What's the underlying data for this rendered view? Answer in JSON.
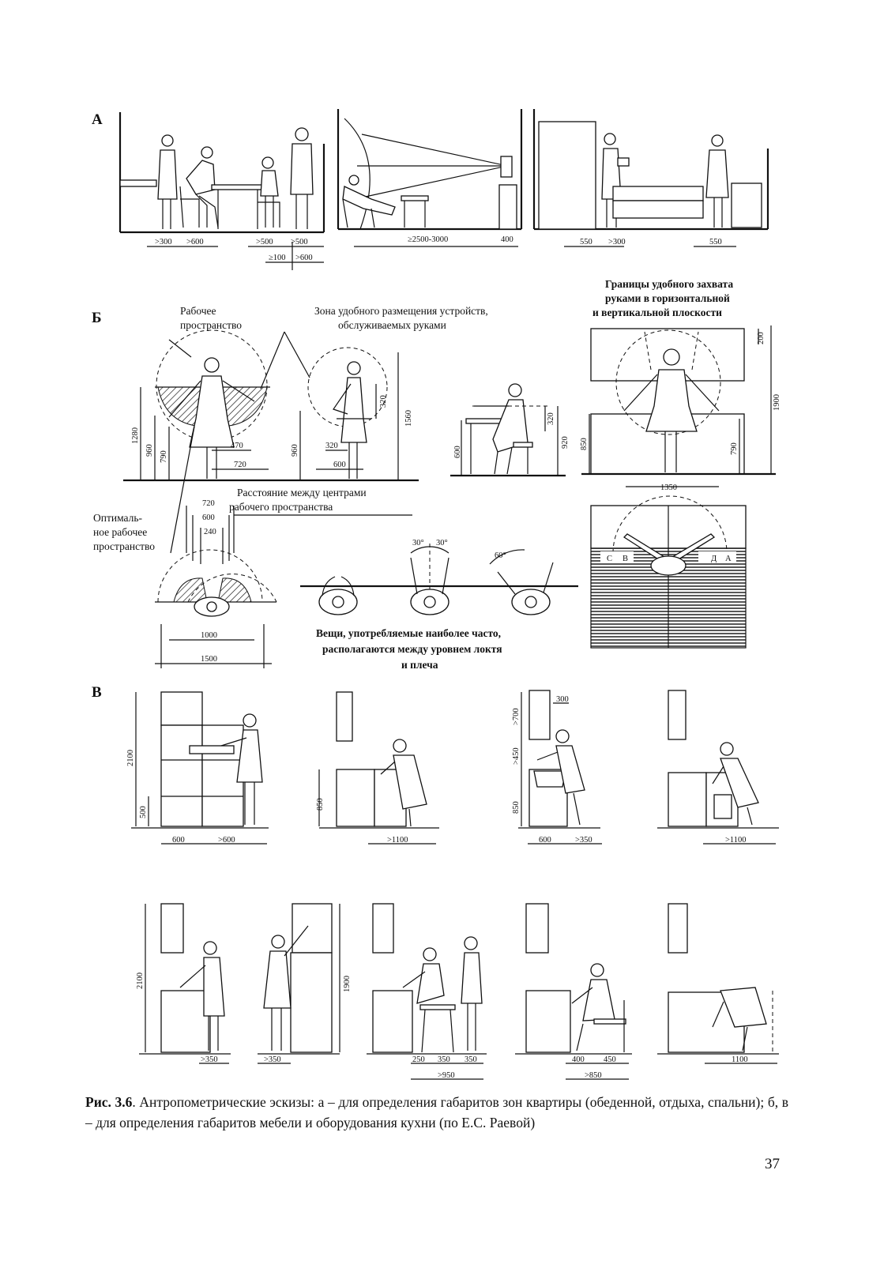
{
  "sections": {
    "a": "А",
    "b": "Б",
    "v": "В"
  },
  "row_a": {
    "dims": [
      ">300",
      ">600",
      ">500",
      ">500",
      "≥100",
      ">600",
      "≥2500-3000",
      "400",
      "550",
      ">300",
      "550"
    ]
  },
  "row_b": {
    "label_work": [
      "Рабочее",
      "пространство"
    ],
    "label_zone": [
      "Зона удобного размещения устройств,",
      "обслуживаемых руками"
    ],
    "label_bounds": [
      "Границы удобного захвата",
      "руками в горизонтальной",
      "и вертикальной плоскости"
    ],
    "label_distance": [
      "Расстояние между центрами",
      "рабочего пространства"
    ],
    "label_optimal": [
      "Оптималь-",
      "ное рабочее",
      "пространство"
    ],
    "label_things": [
      "Вещи, употребляемые наиболее часто,",
      "располагаются между уровнем локтя",
      "и плеча"
    ],
    "dims_front": [
      "1280",
      "960",
      "790",
      "470",
      "720"
    ],
    "dims_side": [
      "960",
      "320",
      "600",
      "320",
      "1560"
    ],
    "dims_seated": [
      "600",
      "320",
      "920"
    ],
    "dims_reach": [
      "850",
      "790",
      "1350",
      "200",
      "1900"
    ],
    "dims_plan": [
      "720",
      "600",
      "240",
      "1000",
      "1500"
    ],
    "angles": [
      "30°",
      "30°",
      "60°"
    ],
    "compass": [
      "С",
      "В",
      "Д",
      "А"
    ]
  },
  "row_v1": {
    "dims": [
      "2100",
      "500",
      "600",
      ">600",
      "850",
      ">1100",
      "300",
      ">700",
      ">450",
      "850",
      "600",
      ">350",
      ">1100"
    ]
  },
  "row_v2": {
    "dims": [
      "2100",
      ">350",
      ">350",
      "1900",
      "250",
      "350",
      "350",
      ">950",
      "400",
      "450",
      ">850",
      "1100"
    ]
  },
  "caption": {
    "label": "Рис. 3.6",
    "text": ". Антропометрические эскизы: а – для определения габаритов зон квартиры (обеденной, отдыха, спальни); б, в – для определения габаритов мебели и оборудования кухни (по Е.С. Раевой)"
  },
  "page_number": "37"
}
